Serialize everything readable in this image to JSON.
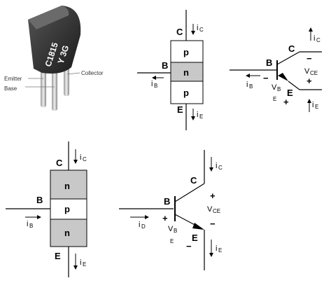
{
  "package": {
    "marking_line1": "C1815",
    "marking_line2": "Y   3G",
    "pin_emitter": "Emitter",
    "pin_base": "Base",
    "pin_collector": "Collector"
  },
  "pnp_block": {
    "top": "p",
    "middle": "n",
    "bottom": "p",
    "c": "C",
    "b": "B",
    "e": "E",
    "ic": "C",
    "ib": "B",
    "ie": "E",
    "i": "i"
  },
  "pnp_symbol": {
    "c": "C",
    "b": "B",
    "e": "E",
    "vce_v": "V",
    "vce_sub": "CE",
    "vbe_v": "V",
    "vbe_sub1": "B",
    "vbe_sub2": "E",
    "plus": "+",
    "minus": "−",
    "i": "i",
    "ic": "C",
    "ib": "B",
    "ie": "E"
  },
  "npn_block": {
    "top": "n",
    "middle": "p",
    "bottom": "n",
    "c": "C",
    "b": "B",
    "e": "E",
    "i": "i",
    "ic": "C",
    "ib": "B",
    "ie": "E"
  },
  "npn_symbol": {
    "c": "C",
    "b": "B",
    "e": "E",
    "vce_v": "V",
    "vce_sub": "CE",
    "vbe_v": "V",
    "vbe_sub1": "B",
    "vbe_sub2": "E",
    "plus": "+",
    "minus": "−",
    "i": "i",
    "ic": "C",
    "ib": "D",
    "ie": "E"
  },
  "colors": {
    "grey_region": "#c8c8c8",
    "package_body": "#2b2b2b",
    "lead": "#d4d4d4"
  }
}
